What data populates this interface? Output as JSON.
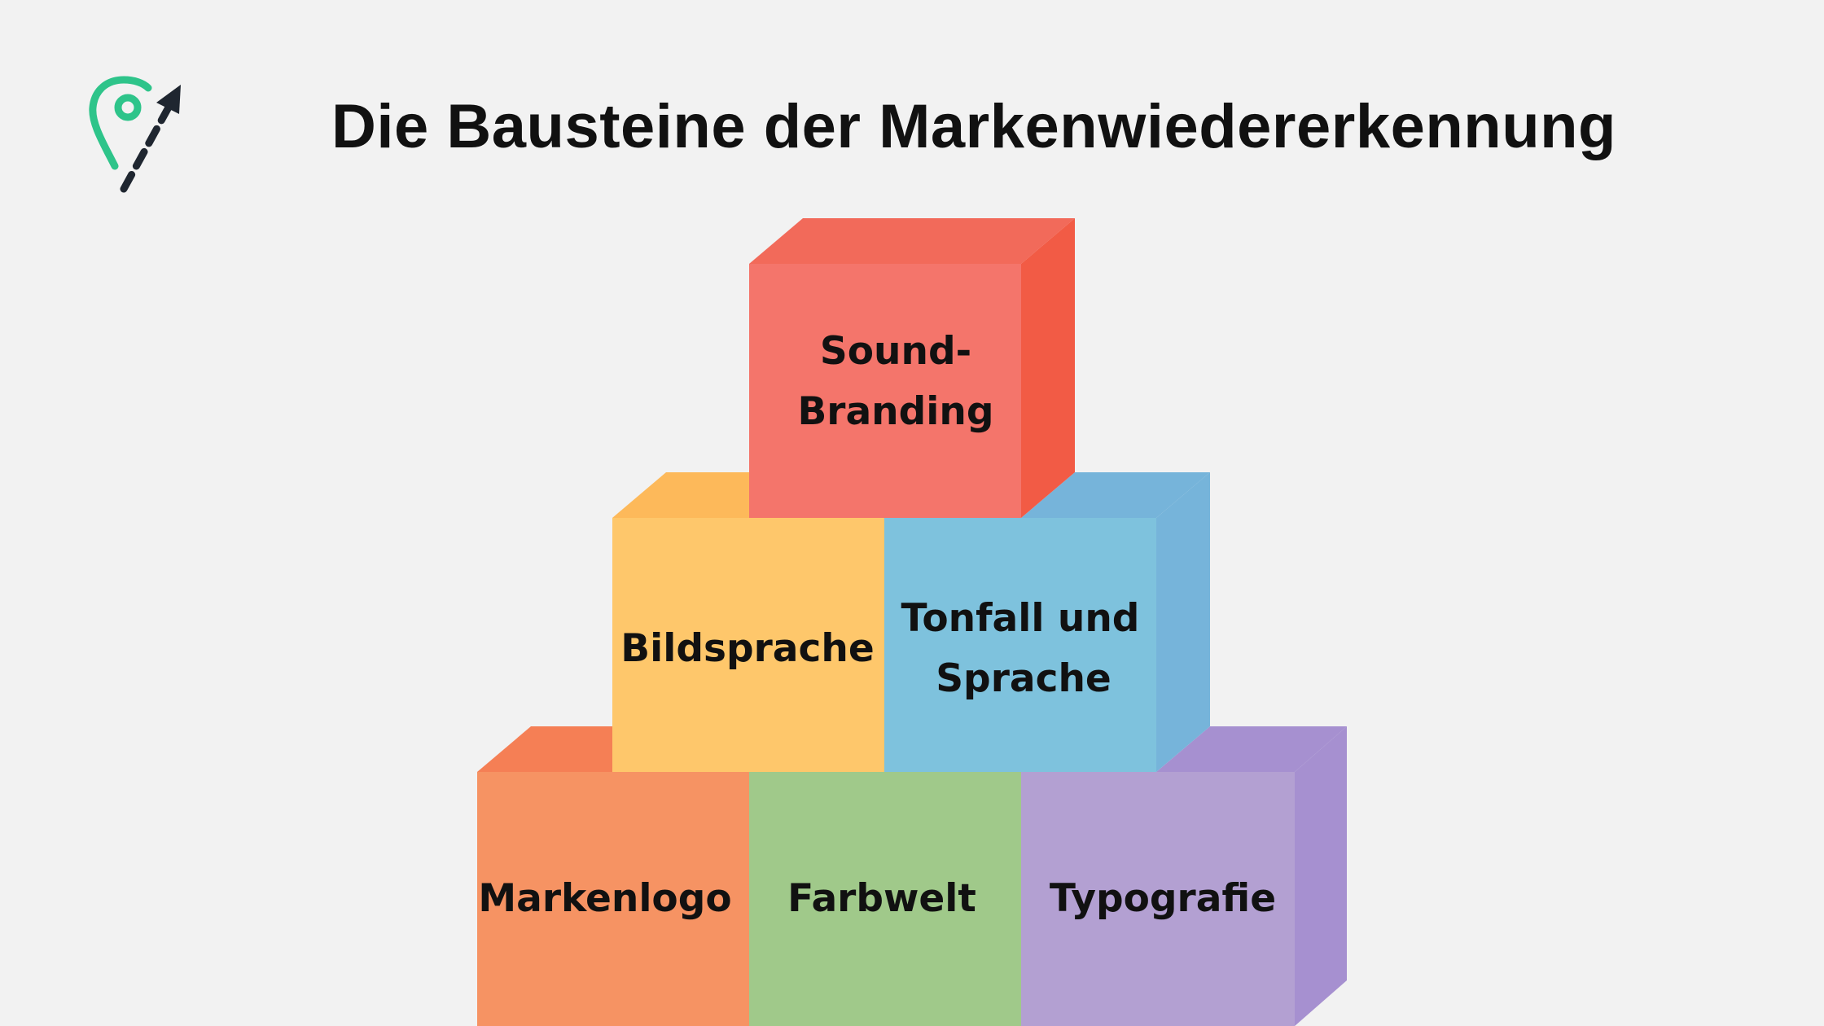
{
  "title": "Die Bausteine der Markenwiedererkennung",
  "logo": {
    "icon": "map-pin-with-arrow-logo",
    "colors": {
      "pin": "#2ec48a",
      "arrow": "#1f2630"
    }
  },
  "blocks": [
    {
      "id": "sound-branding",
      "lines": [
        "Sound-",
        "Branding"
      ],
      "colors": {
        "front": "#f4756b",
        "top": "#f26a5a",
        "side": "#f25b45"
      }
    },
    {
      "id": "bildsprache",
      "lines": [
        "Bildsprache"
      ],
      "colors": {
        "front": "#fec76b",
        "top": "#fdb95a",
        "side": "#fdb95a"
      }
    },
    {
      "id": "tonfall-und-sprache",
      "lines": [
        "Tonfall und",
        "Sprache"
      ],
      "colors": {
        "front": "#7ec2dd",
        "top": "#76b4da",
        "side": "#76b4da"
      }
    },
    {
      "id": "markenlogo",
      "lines": [
        "Markenlogo"
      ],
      "colors": {
        "front": "#f69363",
        "top": "#f57f55",
        "side": "#f57f55"
      }
    },
    {
      "id": "farbwelt",
      "lines": [
        "Farbwelt"
      ],
      "colors": {
        "front": "#a0c98a"
      }
    },
    {
      "id": "typografie",
      "lines": [
        "Typografie"
      ],
      "colors": {
        "front": "#b3a0d2",
        "top": "#a690d0",
        "side": "#a690d0"
      }
    }
  ]
}
